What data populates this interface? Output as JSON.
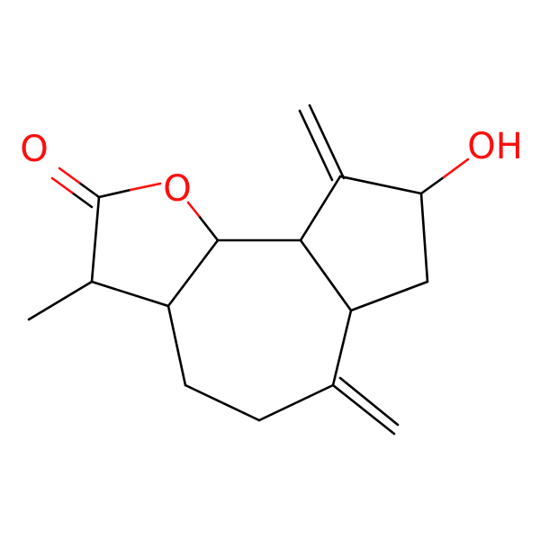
{
  "molecule": {
    "atoms": [
      {
        "id": "O_carbonyl",
        "label": "O",
        "color": "#FF0D0D"
      },
      {
        "id": "O_ring",
        "label": "O",
        "color": "#FF0D0D"
      },
      {
        "id": "O_hydroxyl",
        "label": "OH",
        "color": "#FF0D0D"
      }
    ],
    "bond_color": "#000000"
  }
}
